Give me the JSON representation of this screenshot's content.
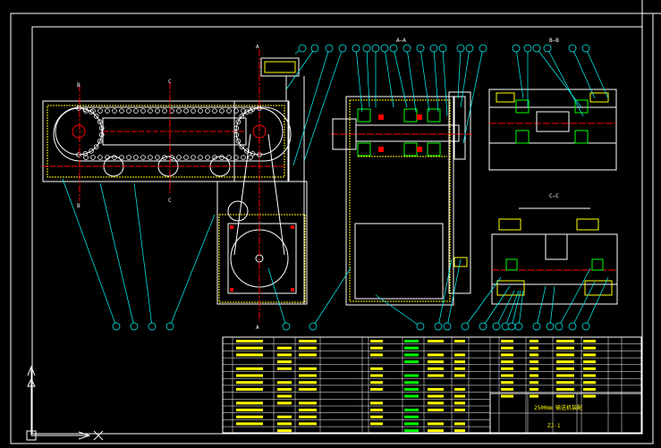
{
  "drawing": {
    "section_labels": {
      "aa_top": "A",
      "aa_bottom": "A",
      "aa_view": "A—A",
      "bb_view": "B—B",
      "cc_view": "C—C",
      "b_top": "B",
      "b_bottom": "B",
      "c_top": "C",
      "c_bottom": "C"
    },
    "title_block": {
      "drawing_name": "2500㎜ 输送机装配",
      "drawing_number": "ZJ-1"
    },
    "colors": {
      "background": "#000000",
      "frame": "#ffffff",
      "leader": "#00ffff",
      "outline": "#ffff00",
      "centerline": "#ff0000",
      "bearing": "#00ff00",
      "table": "#ffffff"
    }
  }
}
